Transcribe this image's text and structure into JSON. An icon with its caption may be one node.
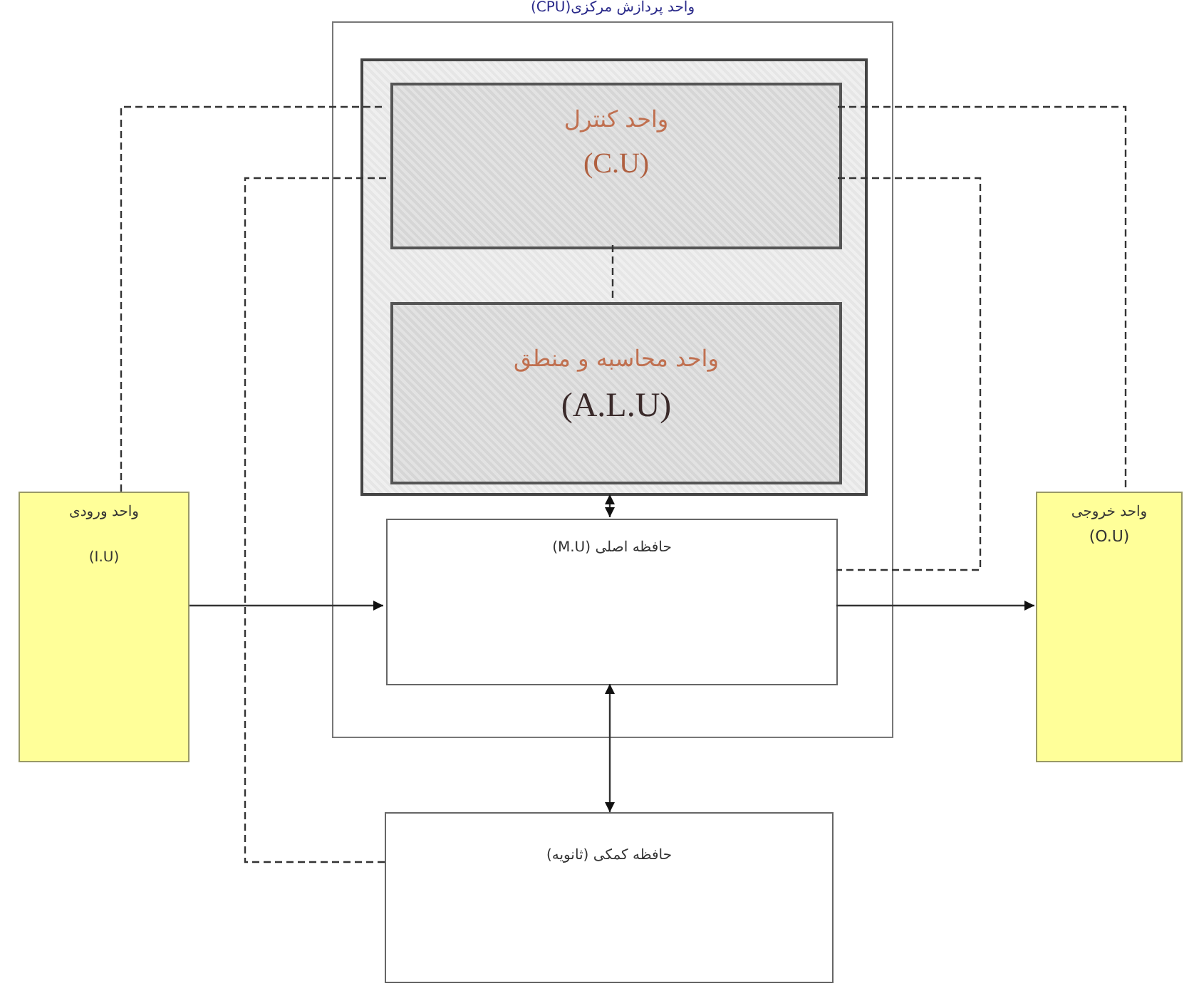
{
  "diagram": {
    "nodes": [
      {
        "text": [
          "واحد پردازش مرکزی(CPU)"
        ]
      },
      {
        "text": [],
        "shape": "box",
        "in": 0
      },
      {
        "text": [
          "واحد کنترل",
          "(C.U)"
        ],
        "in": 1
      },
      {
        "text": [
          "واحد محاسبه و منطق",
          "(A.L.U)"
        ],
        "in": 1
      },
      {
        "text": [
          "حافظه اصلی (M.U)"
        ],
        "in": 0
      },
      {
        "text": [
          "واحد ورودی",
          "(I.U)"
        ]
      },
      {
        "text": [
          "واحد خروجی",
          "(O.U)"
        ]
      },
      {
        "text": [
          "حافظه کمکی (ثانویه)"
        ]
      }
    ],
    "edges": [
      {
        "from": 5,
        "to": 4,
        "arrow": "to"
      },
      {
        "from": 4,
        "to": 6,
        "arrow": "to"
      },
      {
        "from": 1,
        "to": 4,
        "arrow": "both"
      },
      {
        "from": 4,
        "to": 7,
        "arrow": "both"
      },
      {
        "from": 2,
        "to": 3,
        "arrow": "none",
        "style": "dashed"
      },
      {
        "from": 5,
        "to": 2,
        "arrow": "none",
        "style": "dashed"
      },
      {
        "from": 2,
        "to": 6,
        "arrow": "none",
        "style": "dashed"
      },
      {
        "from": 2,
        "to": 7,
        "arrow": "none",
        "style": "dashed"
      },
      {
        "from": 2,
        "to": 4,
        "arrow": "none",
        "style": "dashed"
      }
    ]
  }
}
